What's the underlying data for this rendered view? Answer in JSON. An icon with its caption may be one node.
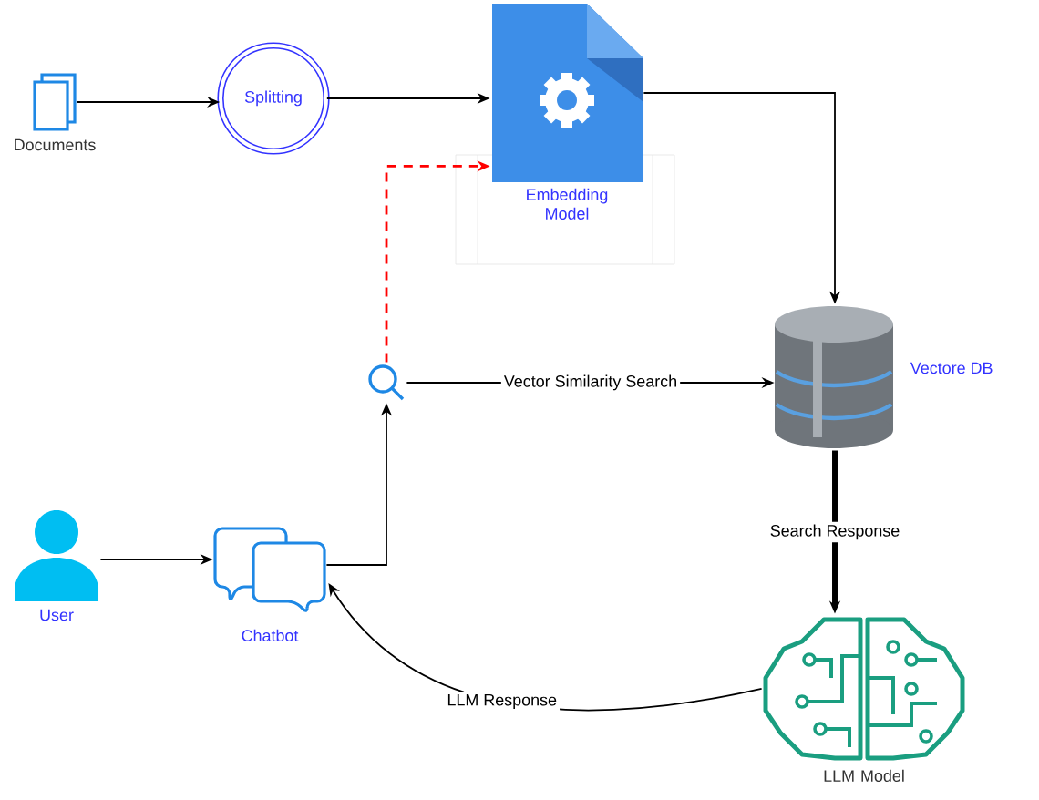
{
  "diagram": {
    "nodes": [
      {
        "text": [
          "Documents"
        ]
      },
      {
        "text": [
          "Splitting"
        ]
      },
      {
        "text": [
          "Embedding Model"
        ]
      },
      {
        "text": [
          "Vectore DB"
        ]
      },
      {
        "text": [],
        "shape": "magnifier"
      },
      {
        "text": [
          "User"
        ]
      },
      {
        "text": [
          "Chatbot"
        ]
      },
      {
        "text": [
          "LLM Model"
        ]
      }
    ],
    "edges": [
      {
        "from": 0,
        "to": 1,
        "arrow": "to"
      },
      {
        "from": 1,
        "to": 2,
        "arrow": "to"
      },
      {
        "from": 2,
        "to": 3,
        "arrow": "to"
      },
      {
        "from": 4,
        "to": 2,
        "arrow": "to",
        "style": "dashed",
        "color": "#ff0000"
      },
      {
        "from": 4,
        "to": 3,
        "arrow": "to",
        "label": "Vector Similarity Search"
      },
      {
        "from": 5,
        "to": 6,
        "arrow": "to"
      },
      {
        "from": 6,
        "to": 4,
        "arrow": "to"
      },
      {
        "from": 3,
        "to": 7,
        "arrow": "to",
        "style": "thick",
        "label": "Search Response"
      },
      {
        "from": 7,
        "to": 6,
        "arrow": "to",
        "label": "LLM Response"
      }
    ]
  }
}
